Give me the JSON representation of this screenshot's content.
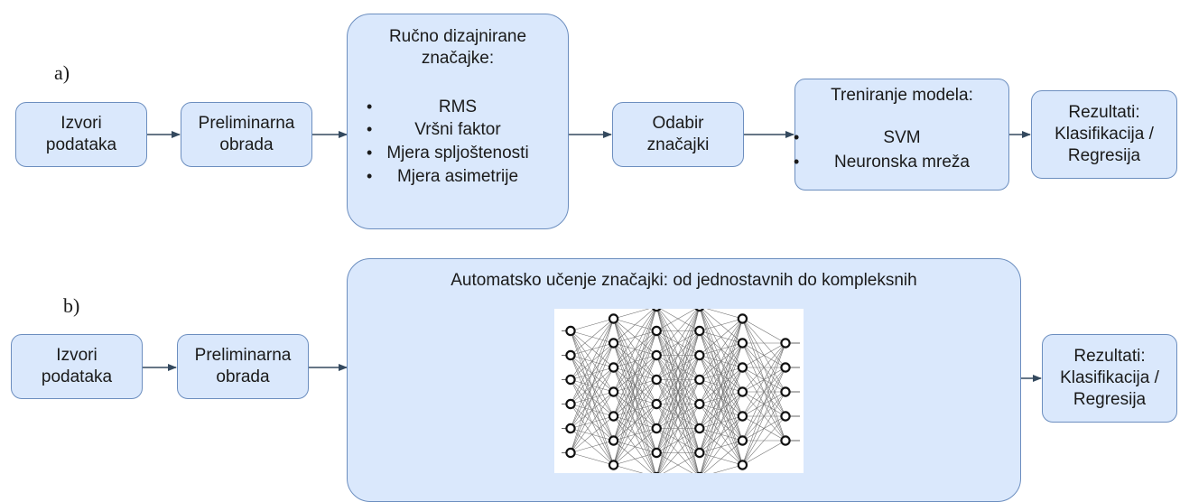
{
  "row_a": {
    "label": "a)",
    "source": [
      "Izvori",
      "podataka"
    ],
    "preprocessing": [
      "Preliminarna",
      "obrada"
    ],
    "features_title": [
      "Ručno dizajnirane",
      "značajke:"
    ],
    "features_items": [
      "RMS",
      "Vršni faktor",
      "Mjera spljoštenosti",
      "Mjera asimetrije"
    ],
    "selection": [
      "Odabir",
      "značajki"
    ],
    "training_title": "Treniranje modela:",
    "training_items": [
      "SVM",
      "Neuronska mreža"
    ],
    "results": [
      "Rezultati:",
      "Klasifikacija /",
      "Regresija"
    ]
  },
  "row_b": {
    "label": "b)",
    "source": [
      "Izvori",
      "podataka"
    ],
    "preprocessing": [
      "Preliminarna",
      "obrada"
    ],
    "learning_title": "Automatsko učenje značajki: od jednostavnih do kompleksnih",
    "results": [
      "Rezultati:",
      "Klasifikacija /",
      "Regresija"
    ]
  },
  "neural_network": {
    "layer_sizes": [
      6,
      7,
      8,
      8,
      7,
      5
    ]
  },
  "colors": {
    "box_fill": "#dae8fc",
    "box_border": "#6c8ebf",
    "arrow": "#34495e"
  }
}
